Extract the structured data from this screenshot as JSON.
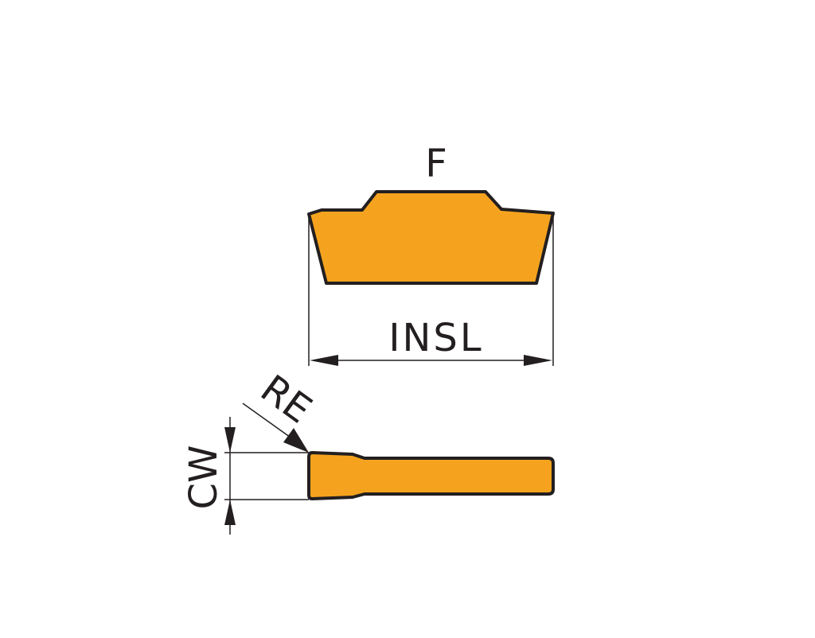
{
  "colors": {
    "insert_fill": "#f5a31e",
    "line": "#231f20",
    "background": "#ffffff"
  },
  "labels": {
    "top_view_dimension": "F",
    "length_dimension": "INSL",
    "corner_radius_dimension": "RE",
    "cutting_width_dimension": "CW"
  }
}
